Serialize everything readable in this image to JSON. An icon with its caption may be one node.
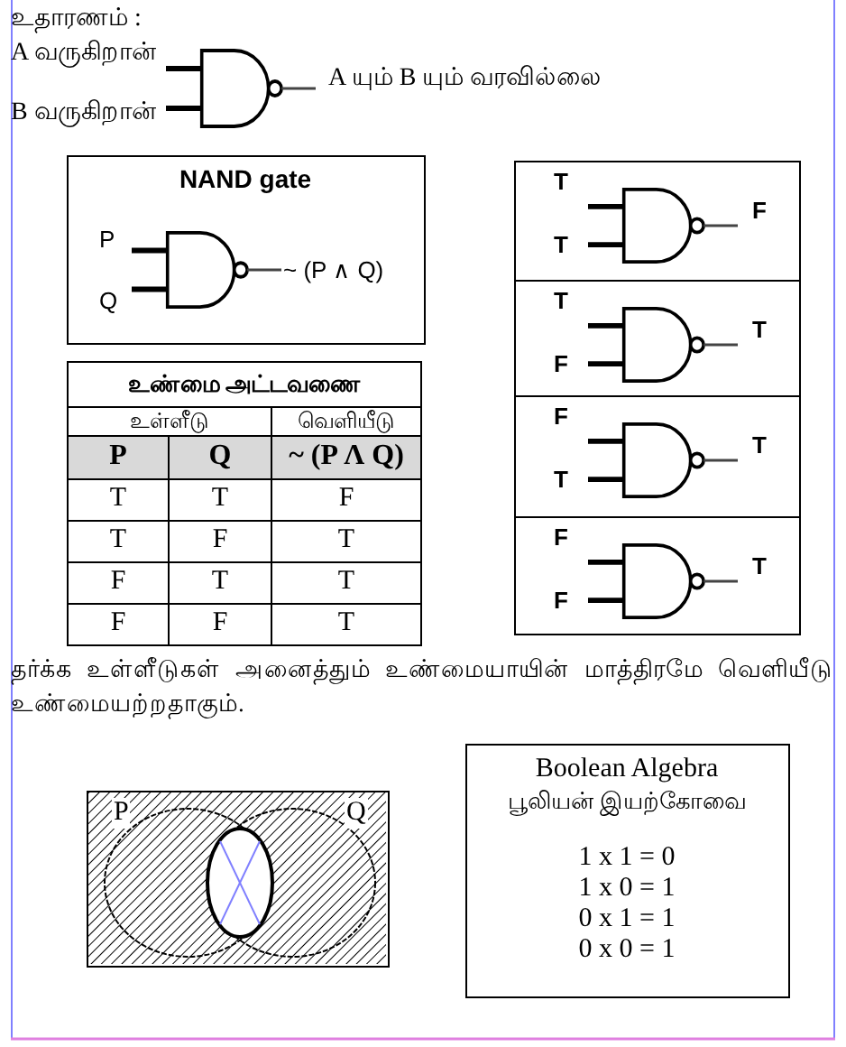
{
  "diagram": {
    "nodes": [
      {
        "text": [
          "NAND gate",
          "P",
          "Q",
          "~ (P ∧ Q)"
        ]
      },
      {
        "text": [
          "T",
          "T",
          "F"
        ]
      },
      {
        "text": [
          "T",
          "F",
          "T"
        ]
      },
      {
        "text": [
          "F",
          "T",
          "T"
        ]
      },
      {
        "text": [
          "F",
          "F",
          "T"
        ]
      },
      {
        "text": [
          "P",
          "Q"
        ]
      },
      {
        "text": [
          "Boolean Algebra",
          "பூலியன் இயற்கோவை",
          "1 x 1 = 0",
          "1 x 0 = 1",
          "0 x 1 = 1",
          "0 x 0 = 1"
        ]
      }
    ],
    "labels": [
      "உதாரணம் :",
      "A வருகிறான்",
      "A யும் B யும் வரவில்லை",
      "B வருகிறான்",
      "உண்மை அட்டவணை",
      "உள்ளீடு",
      "வெளியீடு",
      "P",
      "Q",
      "~ (P Λ Q)",
      "T",
      "T",
      "F",
      "T",
      "F",
      "T",
      "F",
      "T",
      "T",
      "F",
      "F",
      "T",
      "தர்க்க உள்ளீடுகள் அனைத்தும் உண்மையாயின் மாத்திரமே வெளியீடு உண்மையற்றதாகும்."
    ]
  }
}
